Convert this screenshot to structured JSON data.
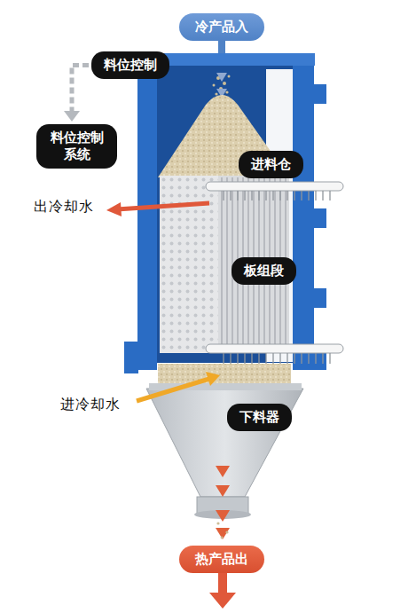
{
  "diagram": {
    "nodes": [
      {
        "text": [
          "冷产品入"
        ]
      },
      {
        "text": [
          "料位控制"
        ]
      },
      {
        "text": [
          "料位控制系统"
        ]
      },
      {
        "text": [
          "进料仓"
        ]
      },
      {
        "text": [
          "板组段"
        ]
      },
      {
        "text": [
          "下料器"
        ]
      },
      {
        "text": [
          "热产品出"
        ]
      }
    ],
    "edges": [
      {
        "from": 1,
        "to": 2,
        "arrow": "to"
      }
    ],
    "labels": [
      "出冷却水",
      "进冷却水"
    ]
  }
}
